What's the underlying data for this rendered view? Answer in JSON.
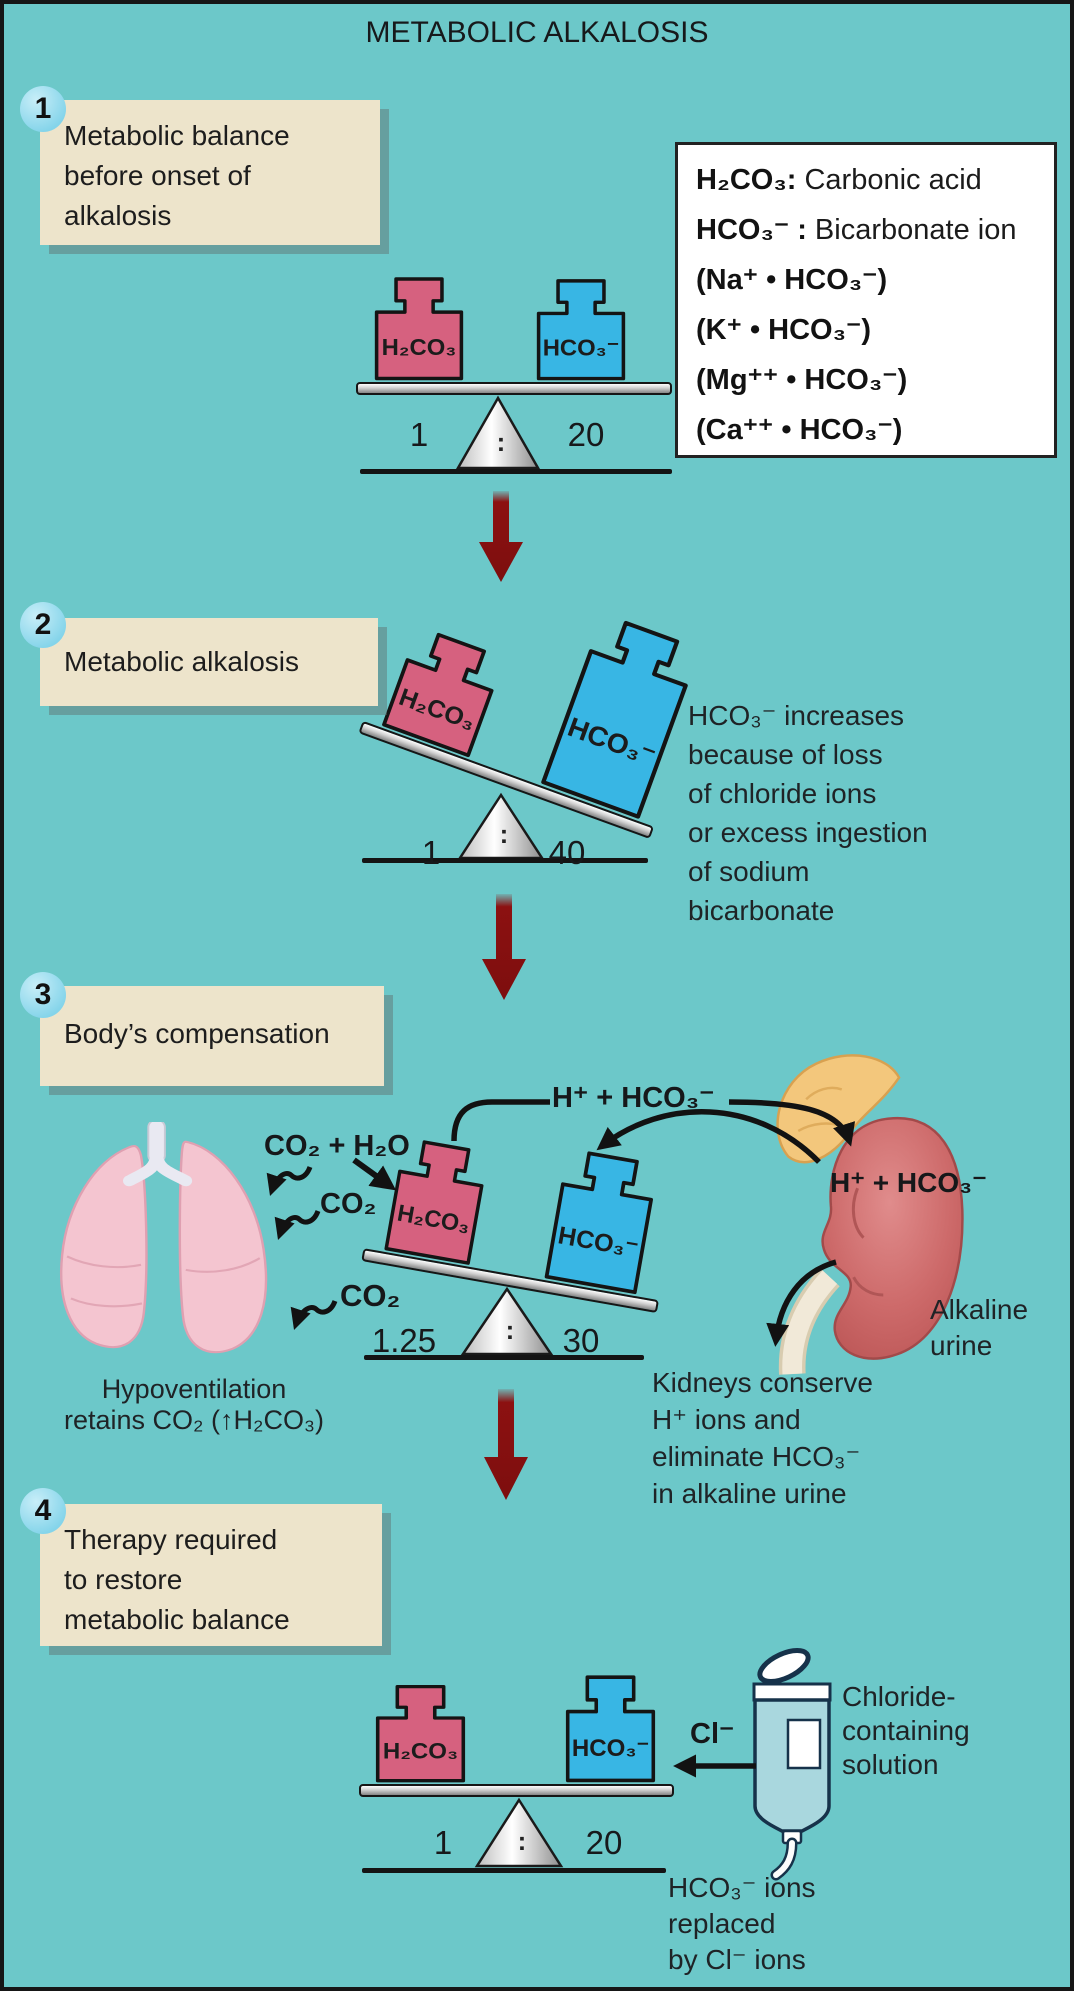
{
  "title": "METABOLIC ALKALOSIS",
  "steps": [
    {
      "number": "1",
      "label": "Metabolic balance\nbefore onset of\nalkalosis"
    },
    {
      "number": "2",
      "label": "Metabolic alkalosis"
    },
    {
      "number": "3",
      "label": "Body’s compensation"
    },
    {
      "number": "4",
      "label": "Therapy required\nto restore\nmetabolic balance"
    }
  ],
  "legend": {
    "lines": [
      {
        "formula": "H₂CO₃:",
        "desc": " Carbonic acid"
      },
      {
        "formula": "HCO₃⁻ :",
        "desc": " Bicarbonate ion"
      },
      {
        "formula": "(Na⁺ • HCO₃⁻)",
        "desc": ""
      },
      {
        "formula": "(K⁺ • HCO₃⁻)",
        "desc": ""
      },
      {
        "formula": "(Mg⁺⁺ • HCO₃⁻)",
        "desc": ""
      },
      {
        "formula": "(Ca⁺⁺ • HCO₃⁻)",
        "desc": ""
      }
    ]
  },
  "scales": {
    "colon": ":",
    "s1": {
      "left": "H₂CO₃",
      "right": "HCO₃⁻",
      "ratio_left": "1",
      "ratio_right": "20"
    },
    "s2": {
      "left": "H₂CO₃",
      "right": "HCO₃⁻",
      "ratio_left": "1",
      "ratio_right": "40"
    },
    "s3": {
      "left": "H₂CO₃",
      "right": "HCO₃⁻",
      "ratio_left": "1.25",
      "ratio_right": "30"
    },
    "s4": {
      "left": "H₂CO₃",
      "right": "HCO₃⁻",
      "ratio_left": "1",
      "ratio_right": "20"
    }
  },
  "section2": {
    "note": "HCO₃⁻ increases\nbecause of loss\nof chloride ions\nor excess ingestion\nof sodium\nbicarbonate"
  },
  "section3": {
    "callout": "H⁺ + HCO₃⁻",
    "co2_h2o": "CO₂ + H₂O",
    "co2_upper": "CO₂",
    "co2_lower": "CO₂",
    "lungs_caption": "Hypoventilation\nretains CO₂ (↑H₂CO₃)",
    "kidney_label": "H⁺\n+\nHCO₃⁻",
    "alkaline_urine": "Alkaline\nurine",
    "kidney_note": "Kidneys conserve\nH⁺ ions and\neliminate HCO₃⁻\nin alkaline urine"
  },
  "section4": {
    "cl_label": "Cl⁻",
    "iv_caption": "Chloride-\ncontaining\nsolution",
    "bottom_note": "HCO₃⁻ ions\nreplaced\nby Cl⁻ ions"
  },
  "colors": {
    "background": "#6cc8c9",
    "carbonic_acid_weight": "#d6617f",
    "bicarbonate_weight": "#38b6e4",
    "step_panel": "#ede4cb",
    "flow_arrow_red": "#8c1111"
  }
}
